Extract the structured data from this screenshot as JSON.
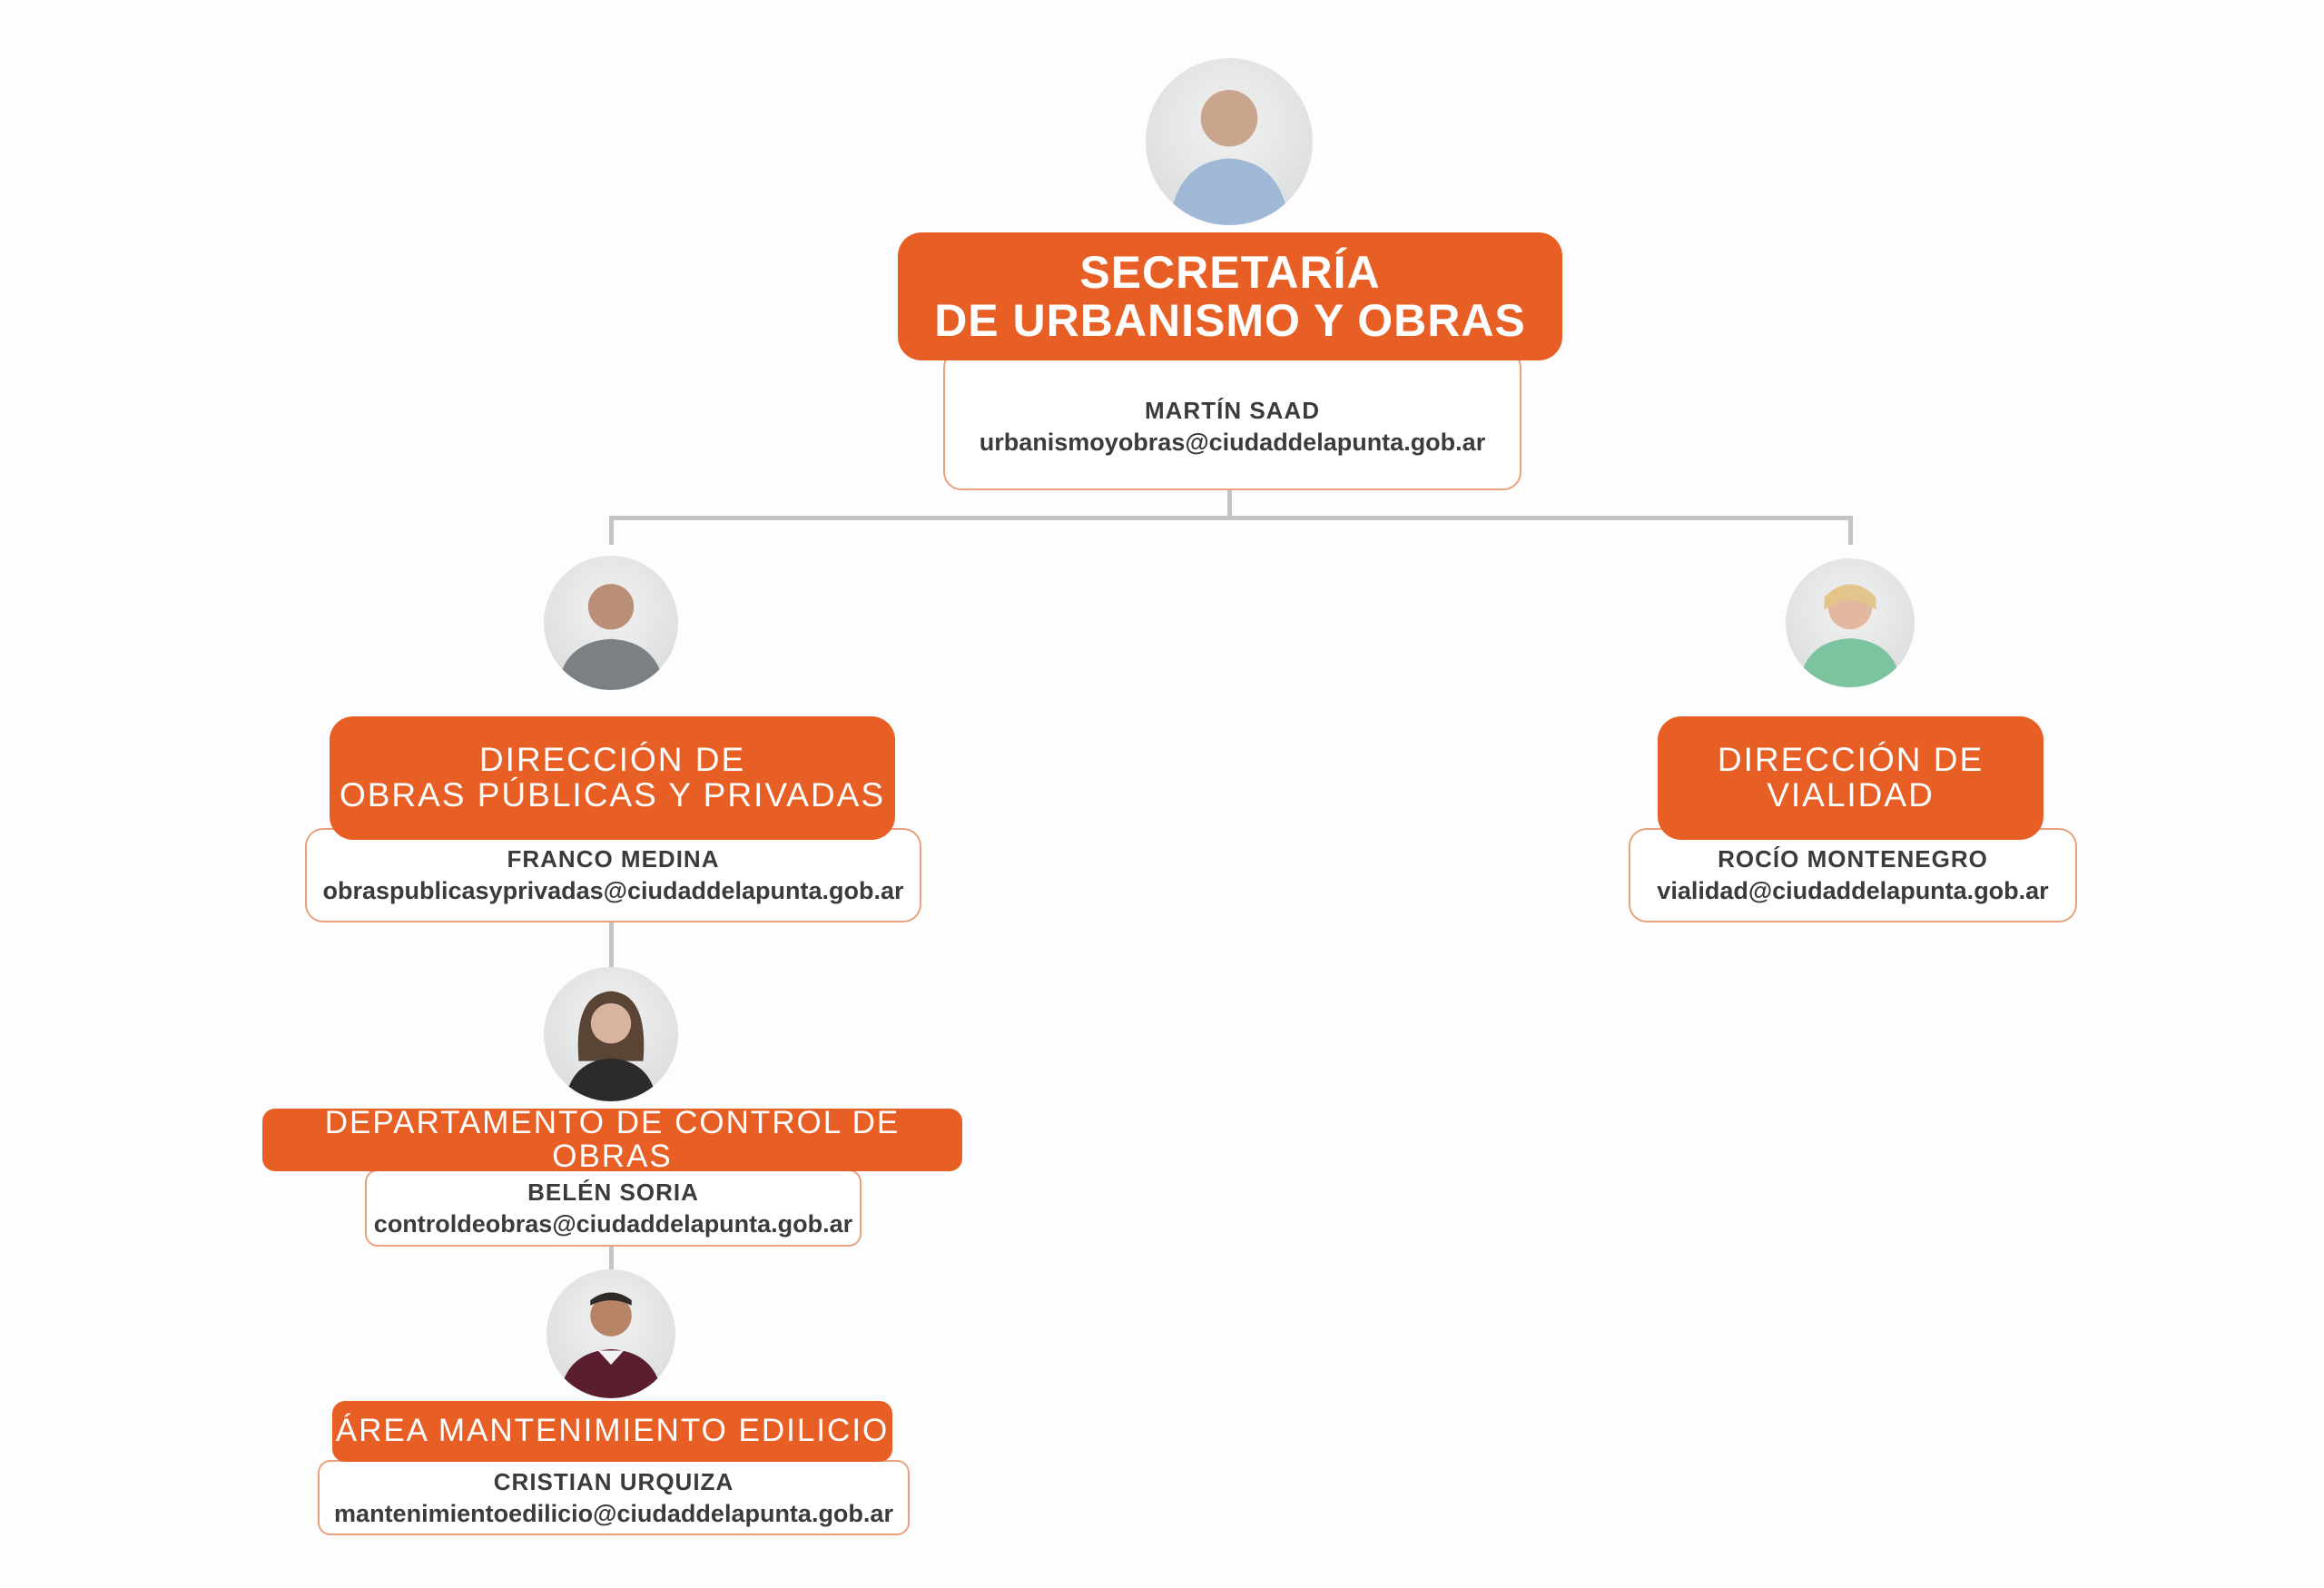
{
  "colors": {
    "accent": "#e75f24",
    "text": "#3b3b3e",
    "connector": "#c4c4c4",
    "border": "#e9a07c"
  },
  "root": {
    "title_line1": "SECRETARÍA",
    "title_line2": "DE URBANISMO Y OBRAS",
    "name": "MARTÍN SAAD",
    "email": "urbanismoyobras@ciudaddelapunta.gob.ar"
  },
  "obras": {
    "title_line1": "DIRECCIÓN DE",
    "title_line2": "OBRAS PÚBLICAS Y PRIVADAS",
    "name": "FRANCO MEDINA",
    "email": "obraspublicasyprivadas@ciudaddelapunta.gob.ar"
  },
  "vialidad": {
    "title_line1": "DIRECCIÓN DE",
    "title_line2": "VIALIDAD",
    "name": "ROCÍO MONTENEGRO",
    "email": "vialidad@ciudaddelapunta.gob.ar"
  },
  "control": {
    "title": "DEPARTAMENTO DE CONTROL DE OBRAS",
    "name": "BELÉN SORIA",
    "email": "controldeobras@ciudaddelapunta.gob.ar"
  },
  "mantenimiento": {
    "title": "ÁREA MANTENIMIENTO EDILICIO",
    "name": "CRISTIAN URQUIZA",
    "email": "mantenimientoedilicio@ciudaddelapunta.gob.ar"
  }
}
